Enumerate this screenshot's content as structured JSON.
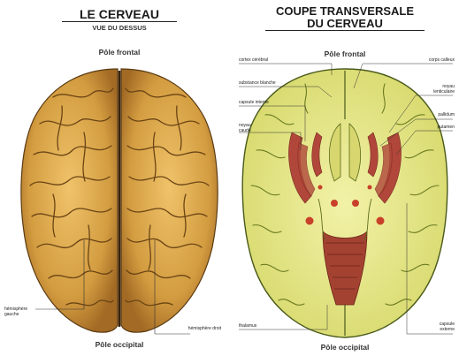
{
  "left_panel": {
    "title": "LE CERVEAU",
    "subtitle": "VUE DU DESSUS",
    "pole_top": "Pôle frontal",
    "pole_bottom": "Pôle occipital",
    "label_left": "hémisphère gauche",
    "label_right": "hémisphère droit"
  },
  "right_panel": {
    "title_line1": "COUPE TRANSVERSALE",
    "title_line2": "DU CERVEAU",
    "pole_top": "Pôle frontal",
    "pole_bottom": "Pôle occipital",
    "labels_left": [
      "cortex cérébral",
      "substance blanche",
      "capsule interne",
      "noyau caudé",
      "thalamus"
    ],
    "labels_right": [
      "corps calleux",
      "noyau lenticulaire",
      "pallidum",
      "putamen",
      "capsule externe"
    ]
  },
  "colors": {
    "brain_top": "#d9a64a",
    "brain_outline": "#5a3a12",
    "section_fill": "#e8ea8f",
    "section_outline": "#4a5a1a",
    "nuclei": "#b0473a"
  }
}
